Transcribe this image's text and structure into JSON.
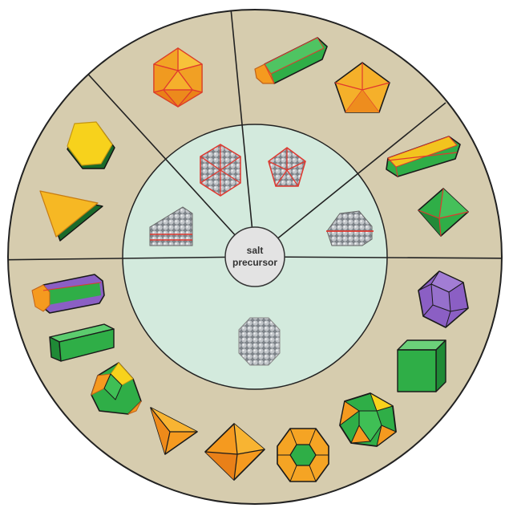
{
  "center": {
    "line1": "salt",
    "line2": "precursor"
  },
  "colors": {
    "outer_ring": "#d6ccae",
    "inner_ring": "#d3eadd",
    "center_disc": "#e3e3e3",
    "divider": "#222222",
    "orange": "#f59a1f",
    "yellow": "#f7d21c",
    "green": "#2fae47",
    "purple": "#8b5fc4",
    "seed_gray": "#9aa0a6",
    "twin_red": "#e0382f"
  },
  "seeds": [
    {
      "name": "icosahedral-multiply-twinned-seed",
      "color": "seed_gray"
    },
    {
      "name": "decahedral-multiply-twinned-seed",
      "color": "seed_gray"
    },
    {
      "name": "plate-like-twinned-seed",
      "color": "seed_gray"
    },
    {
      "name": "singly-twinned-seed",
      "color": "seed_gray"
    },
    {
      "name": "single-crystal-seed",
      "color": "seed_gray"
    }
  ],
  "shapes": [
    {
      "name": "icosahedron-icon",
      "color": "orange"
    },
    {
      "name": "pentagonal-rod-icon",
      "color": "green"
    },
    {
      "name": "decahedron-icon",
      "color": "orange"
    },
    {
      "name": "bipyramid-rod-icon",
      "color": "green"
    },
    {
      "name": "right-bipyramid-icon",
      "color": "green"
    },
    {
      "name": "truncated-plate-icon",
      "color": "yellow"
    },
    {
      "name": "triangular-plate-icon",
      "color": "orange"
    },
    {
      "name": "octagonal-rod-icon",
      "color": "purple"
    },
    {
      "name": "square-bar-icon",
      "color": "green"
    },
    {
      "name": "truncated-cube-icon",
      "color": "green"
    },
    {
      "name": "tetrahedron-icon",
      "color": "orange"
    },
    {
      "name": "octahedron-icon",
      "color": "orange"
    },
    {
      "name": "truncated-octahedron-icon",
      "color": "orange"
    },
    {
      "name": "cuboctahedron-icon",
      "color": "green"
    },
    {
      "name": "cube-icon",
      "color": "green"
    },
    {
      "name": "rhombic-dodecahedron-icon",
      "color": "purple"
    }
  ]
}
